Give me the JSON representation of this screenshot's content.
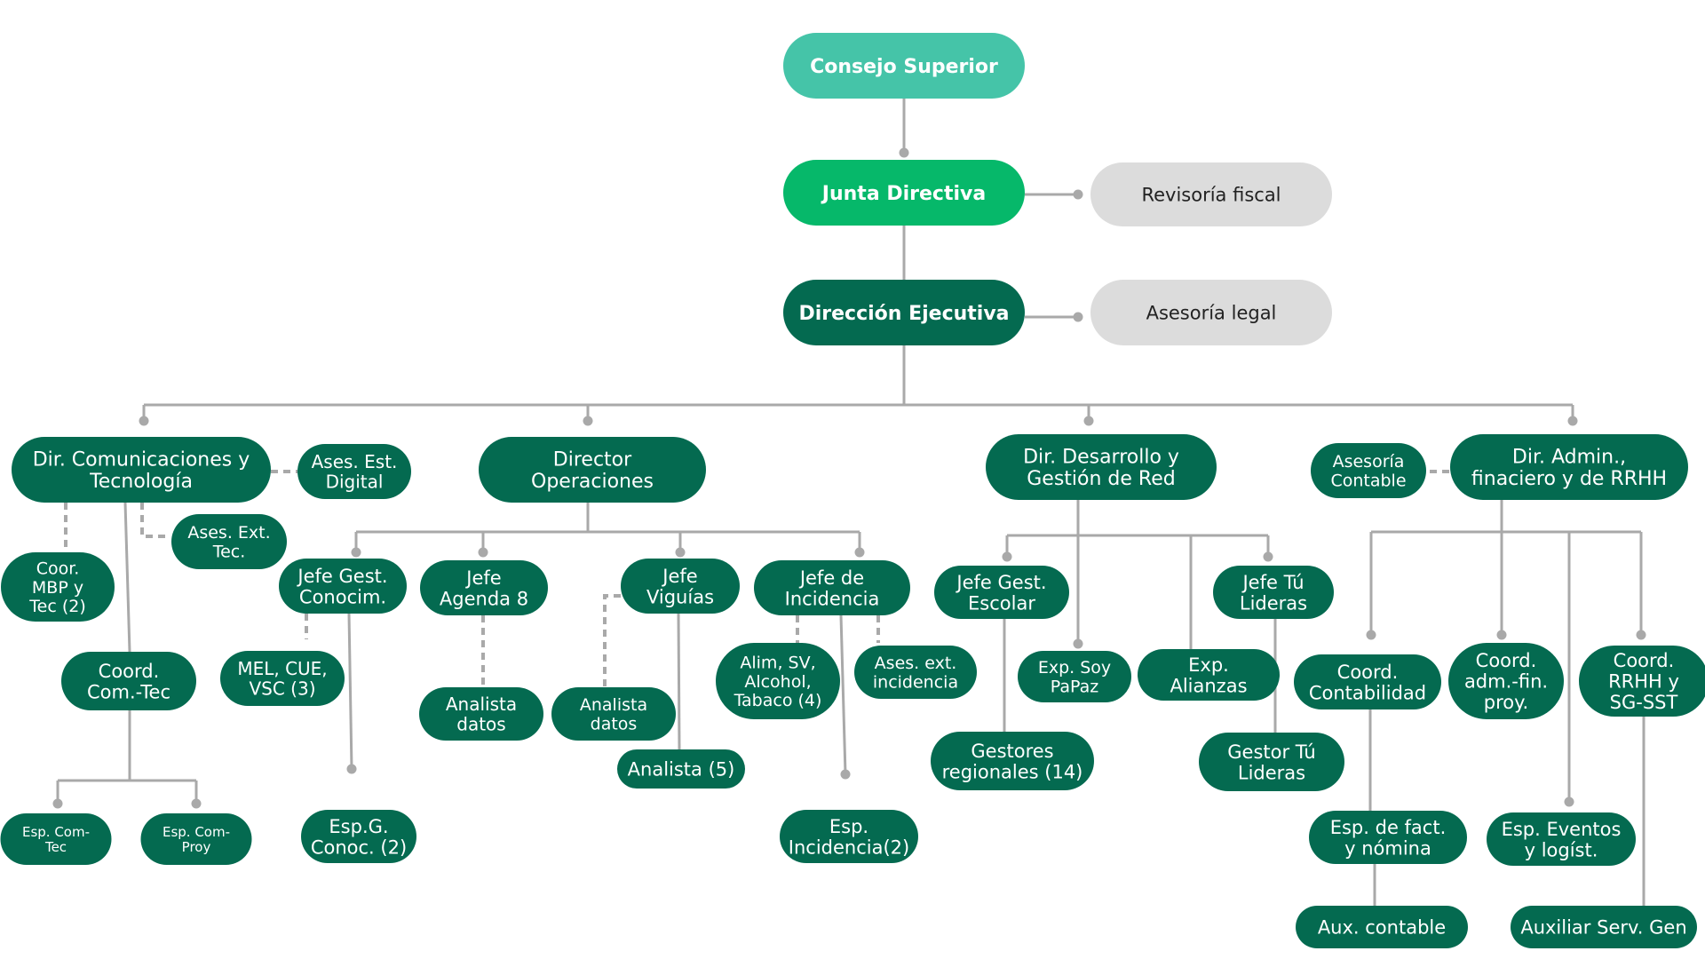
{
  "colors": {
    "top": "#45c4a8",
    "junta": "#06b86a",
    "main": "#046a50",
    "advisor": "#dcdcdc",
    "line": "#a9a9a9",
    "text_light": "#ffffff",
    "text_dark": "#222222"
  },
  "nodes": {
    "consejo": [
      "Consejo Superior"
    ],
    "junta": [
      "Junta Directiva"
    ],
    "revisoria": [
      "Revisoría fiscal"
    ],
    "direccion": [
      "Dirección Ejecutiva"
    ],
    "asesoria_legal": [
      "Asesoría legal"
    ],
    "dir_com": [
      "Dir. Comunicaciones y",
      "Tecnología"
    ],
    "ases_est": [
      "Ases. Est.",
      "Digital"
    ],
    "ases_ext_tec": [
      "Ases. Ext.",
      "Tec."
    ],
    "coor_mbp": [
      "Coor.",
      "MBP y",
      "Tec (2)"
    ],
    "coord_com_tec": [
      "Coord.",
      "Com.-Tec"
    ],
    "esp_com_tec": [
      "Esp. Com-",
      "Tec"
    ],
    "esp_com_proy": [
      "Esp. Com-",
      "Proy"
    ],
    "dir_ops": [
      "Director",
      "Operaciones"
    ],
    "jefe_gest": [
      "Jefe Gest.",
      "Conocim."
    ],
    "mel": [
      "MEL, CUE,",
      "VSC (3)"
    ],
    "esp_g": [
      "Esp.G.",
      "Conoc. (2)"
    ],
    "jefe_agenda": [
      "Jefe",
      "Agenda 8"
    ],
    "analista1": [
      "Analista",
      "datos"
    ],
    "jefe_viguias": [
      "Jefe",
      "Viguías"
    ],
    "analista2": [
      "Analista",
      "datos"
    ],
    "analista5": [
      "Analista (5)"
    ],
    "jefe_incidencia": [
      "Jefe de",
      "Incidencia"
    ],
    "alim": [
      "Alim, SV,",
      "Alcohol,",
      "Tabaco (4)"
    ],
    "ases_ext_inc": [
      "Ases. ext.",
      "incidencia"
    ],
    "esp_inc": [
      "Esp.",
      "Incidencia(2)"
    ],
    "dir_des": [
      "Dir. Desarrollo y",
      "Gestión de Red"
    ],
    "jefe_escolar": [
      "Jefe Gest.",
      "Escolar"
    ],
    "gestores": [
      "Gestores",
      "regionales (14)"
    ],
    "exp_soy": [
      "Exp. Soy",
      "PaPaz"
    ],
    "exp_alianzas": [
      "Exp.",
      "Alianzas"
    ],
    "jefe_tu": [
      "Jefe Tú",
      "Lideras"
    ],
    "gestor_tu": [
      "Gestor Tú",
      "Lideras"
    ],
    "asesoria_contable": [
      "Asesoría",
      "Contable"
    ],
    "dir_admin": [
      "Dir. Admin.,",
      "finaciero y de RRHH"
    ],
    "coord_cont": [
      "Coord.",
      "Contabilidad"
    ],
    "esp_fact": [
      "Esp. de fact.",
      "y nómina"
    ],
    "aux_cont": [
      "Aux. contable"
    ],
    "coord_adm": [
      "Coord.",
      "adm.-fin.",
      "proy."
    ],
    "esp_eventos": [
      "Esp. Eventos",
      "y logíst."
    ],
    "coord_rrhh": [
      "Coord.",
      "RRHH y",
      "SG-SST"
    ],
    "aux_serv": [
      "Auxiliar Serv. Gen"
    ]
  }
}
